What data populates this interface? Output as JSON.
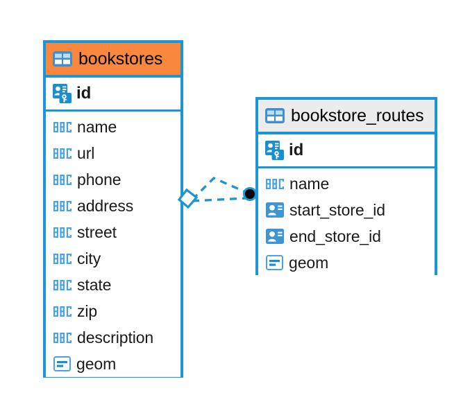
{
  "diagram": {
    "type": "entity-relationship-diagram",
    "background": "#ffffff",
    "accent_color": "#1a96d4",
    "highlight_header_color": "#f9883e",
    "default_header_color": "#ececec"
  },
  "entities": [
    {
      "id": "bookstores",
      "name": "bookstores",
      "header_color": "#f9883e",
      "selected": true,
      "primary_key": {
        "name": "id",
        "icon": "primary-key-icon"
      },
      "fields": [
        {
          "name": "name",
          "icon": "abc-text-icon"
        },
        {
          "name": "url",
          "icon": "abc-text-icon"
        },
        {
          "name": "phone",
          "icon": "abc-text-icon"
        },
        {
          "name": "address",
          "icon": "abc-text-icon"
        },
        {
          "name": "street",
          "icon": "abc-text-icon"
        },
        {
          "name": "city",
          "icon": "abc-text-icon"
        },
        {
          "name": "state",
          "icon": "abc-text-icon"
        },
        {
          "name": "zip",
          "icon": "abc-text-icon"
        },
        {
          "name": "description",
          "icon": "abc-text-icon"
        },
        {
          "name": "geom",
          "icon": "geometry-icon"
        }
      ]
    },
    {
      "id": "bookstore_routes",
      "name": "bookstore_routes",
      "header_color": "#ececec",
      "selected": false,
      "primary_key": {
        "name": "id",
        "icon": "primary-key-icon"
      },
      "fields": [
        {
          "name": "name",
          "icon": "abc-text-icon"
        },
        {
          "name": "start_store_id",
          "icon": "foreign-key-icon"
        },
        {
          "name": "end_store_id",
          "icon": "foreign-key-icon"
        },
        {
          "name": "geom",
          "icon": "geometry-icon"
        }
      ]
    }
  ],
  "relationship": {
    "from_entity": "bookstores",
    "to_entity": "bookstore_routes",
    "line_style": "dashed",
    "line_color": "#1a96d4",
    "source_endpoint": "diamond",
    "target_endpoint": "filled-circle",
    "target_endpoint_color": "#000000"
  }
}
